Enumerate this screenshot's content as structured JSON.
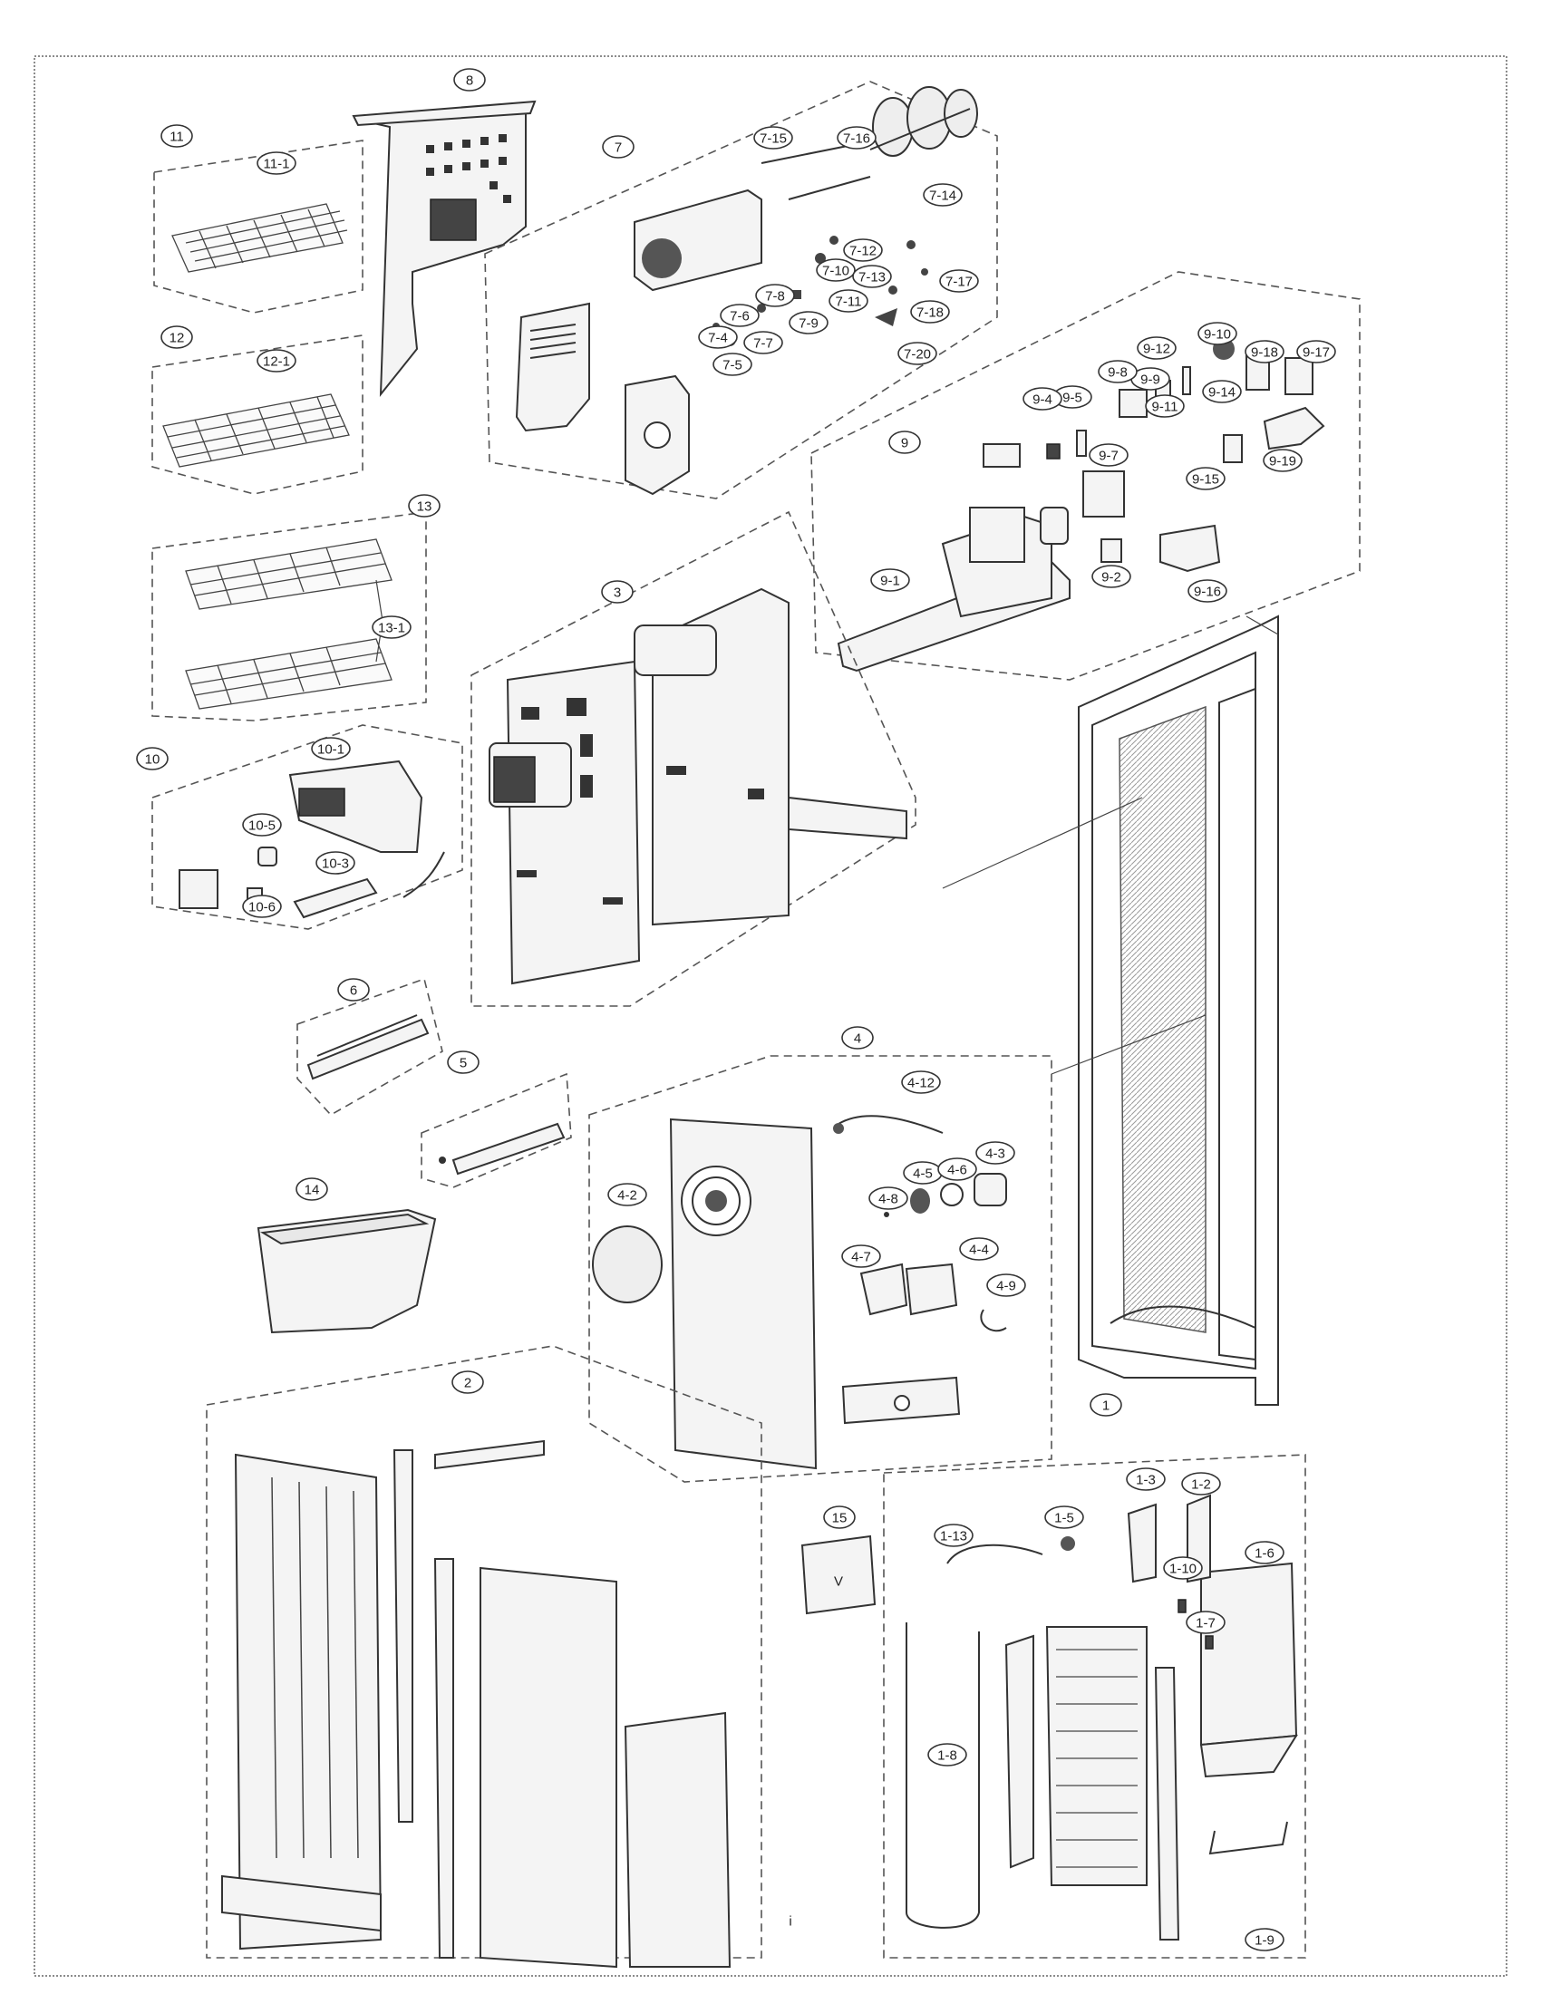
{
  "diagram": {
    "labels": {
      "p1": "1",
      "p1_2": "1-2",
      "p1_3": "1-3",
      "p1_5": "1-5",
      "p1_6": "1-6",
      "p1_7": "1-7",
      "p1_8": "1-8",
      "p1_9": "1-9",
      "p1_10": "1-10",
      "p1_13": "1-13",
      "p2": "2",
      "p3": "3",
      "p4": "4",
      "p4_2": "4-2",
      "p4_3": "4-3",
      "p4_4": "4-4",
      "p4_5": "4-5",
      "p4_6": "4-6",
      "p4_7": "4-7",
      "p4_8": "4-8",
      "p4_9": "4-9",
      "p4_12": "4-12",
      "p5": "5",
      "p6": "6",
      "p7": "7",
      "p7_4": "7-4",
      "p7_5": "7-5",
      "p7_6": "7-6",
      "p7_7": "7-7",
      "p7_8": "7-8",
      "p7_9": "7-9",
      "p7_10": "7-10",
      "p7_11": "7-11",
      "p7_12": "7-12",
      "p7_13": "7-13",
      "p7_14": "7-14",
      "p7_15": "7-15",
      "p7_16": "7-16",
      "p7_17": "7-17",
      "p7_18": "7-18",
      "p7_20": "7-20",
      "p8": "8",
      "p9": "9",
      "p9_1": "9-1",
      "p9_2": "9-2",
      "p9_4": "9-4",
      "p9_5": "9-5",
      "p9_7": "9-7",
      "p9_8": "9-8",
      "p9_9": "9-9",
      "p9_10": "9-10",
      "p9_11": "9-11",
      "p9_12": "9-12",
      "p9_14": "9-14",
      "p9_15": "9-15",
      "p9_16": "9-16",
      "p9_17": "9-17",
      "p9_18": "9-18",
      "p9_19": "9-19",
      "p10": "10",
      "p10_1": "10-1",
      "p10_3": "10-3",
      "p10_5": "10-5",
      "p10_6": "10-6",
      "p11": "11",
      "p11_1": "11-1",
      "p12": "12",
      "p12_1": "12-1",
      "p13": "13",
      "p13_1": "13-1",
      "p14": "14",
      "p15": "15"
    },
    "marks": {
      "control_box_symbol": "V",
      "page_mark": "i"
    },
    "colors": {
      "line": "#333333",
      "background": "#ffffff"
    }
  }
}
